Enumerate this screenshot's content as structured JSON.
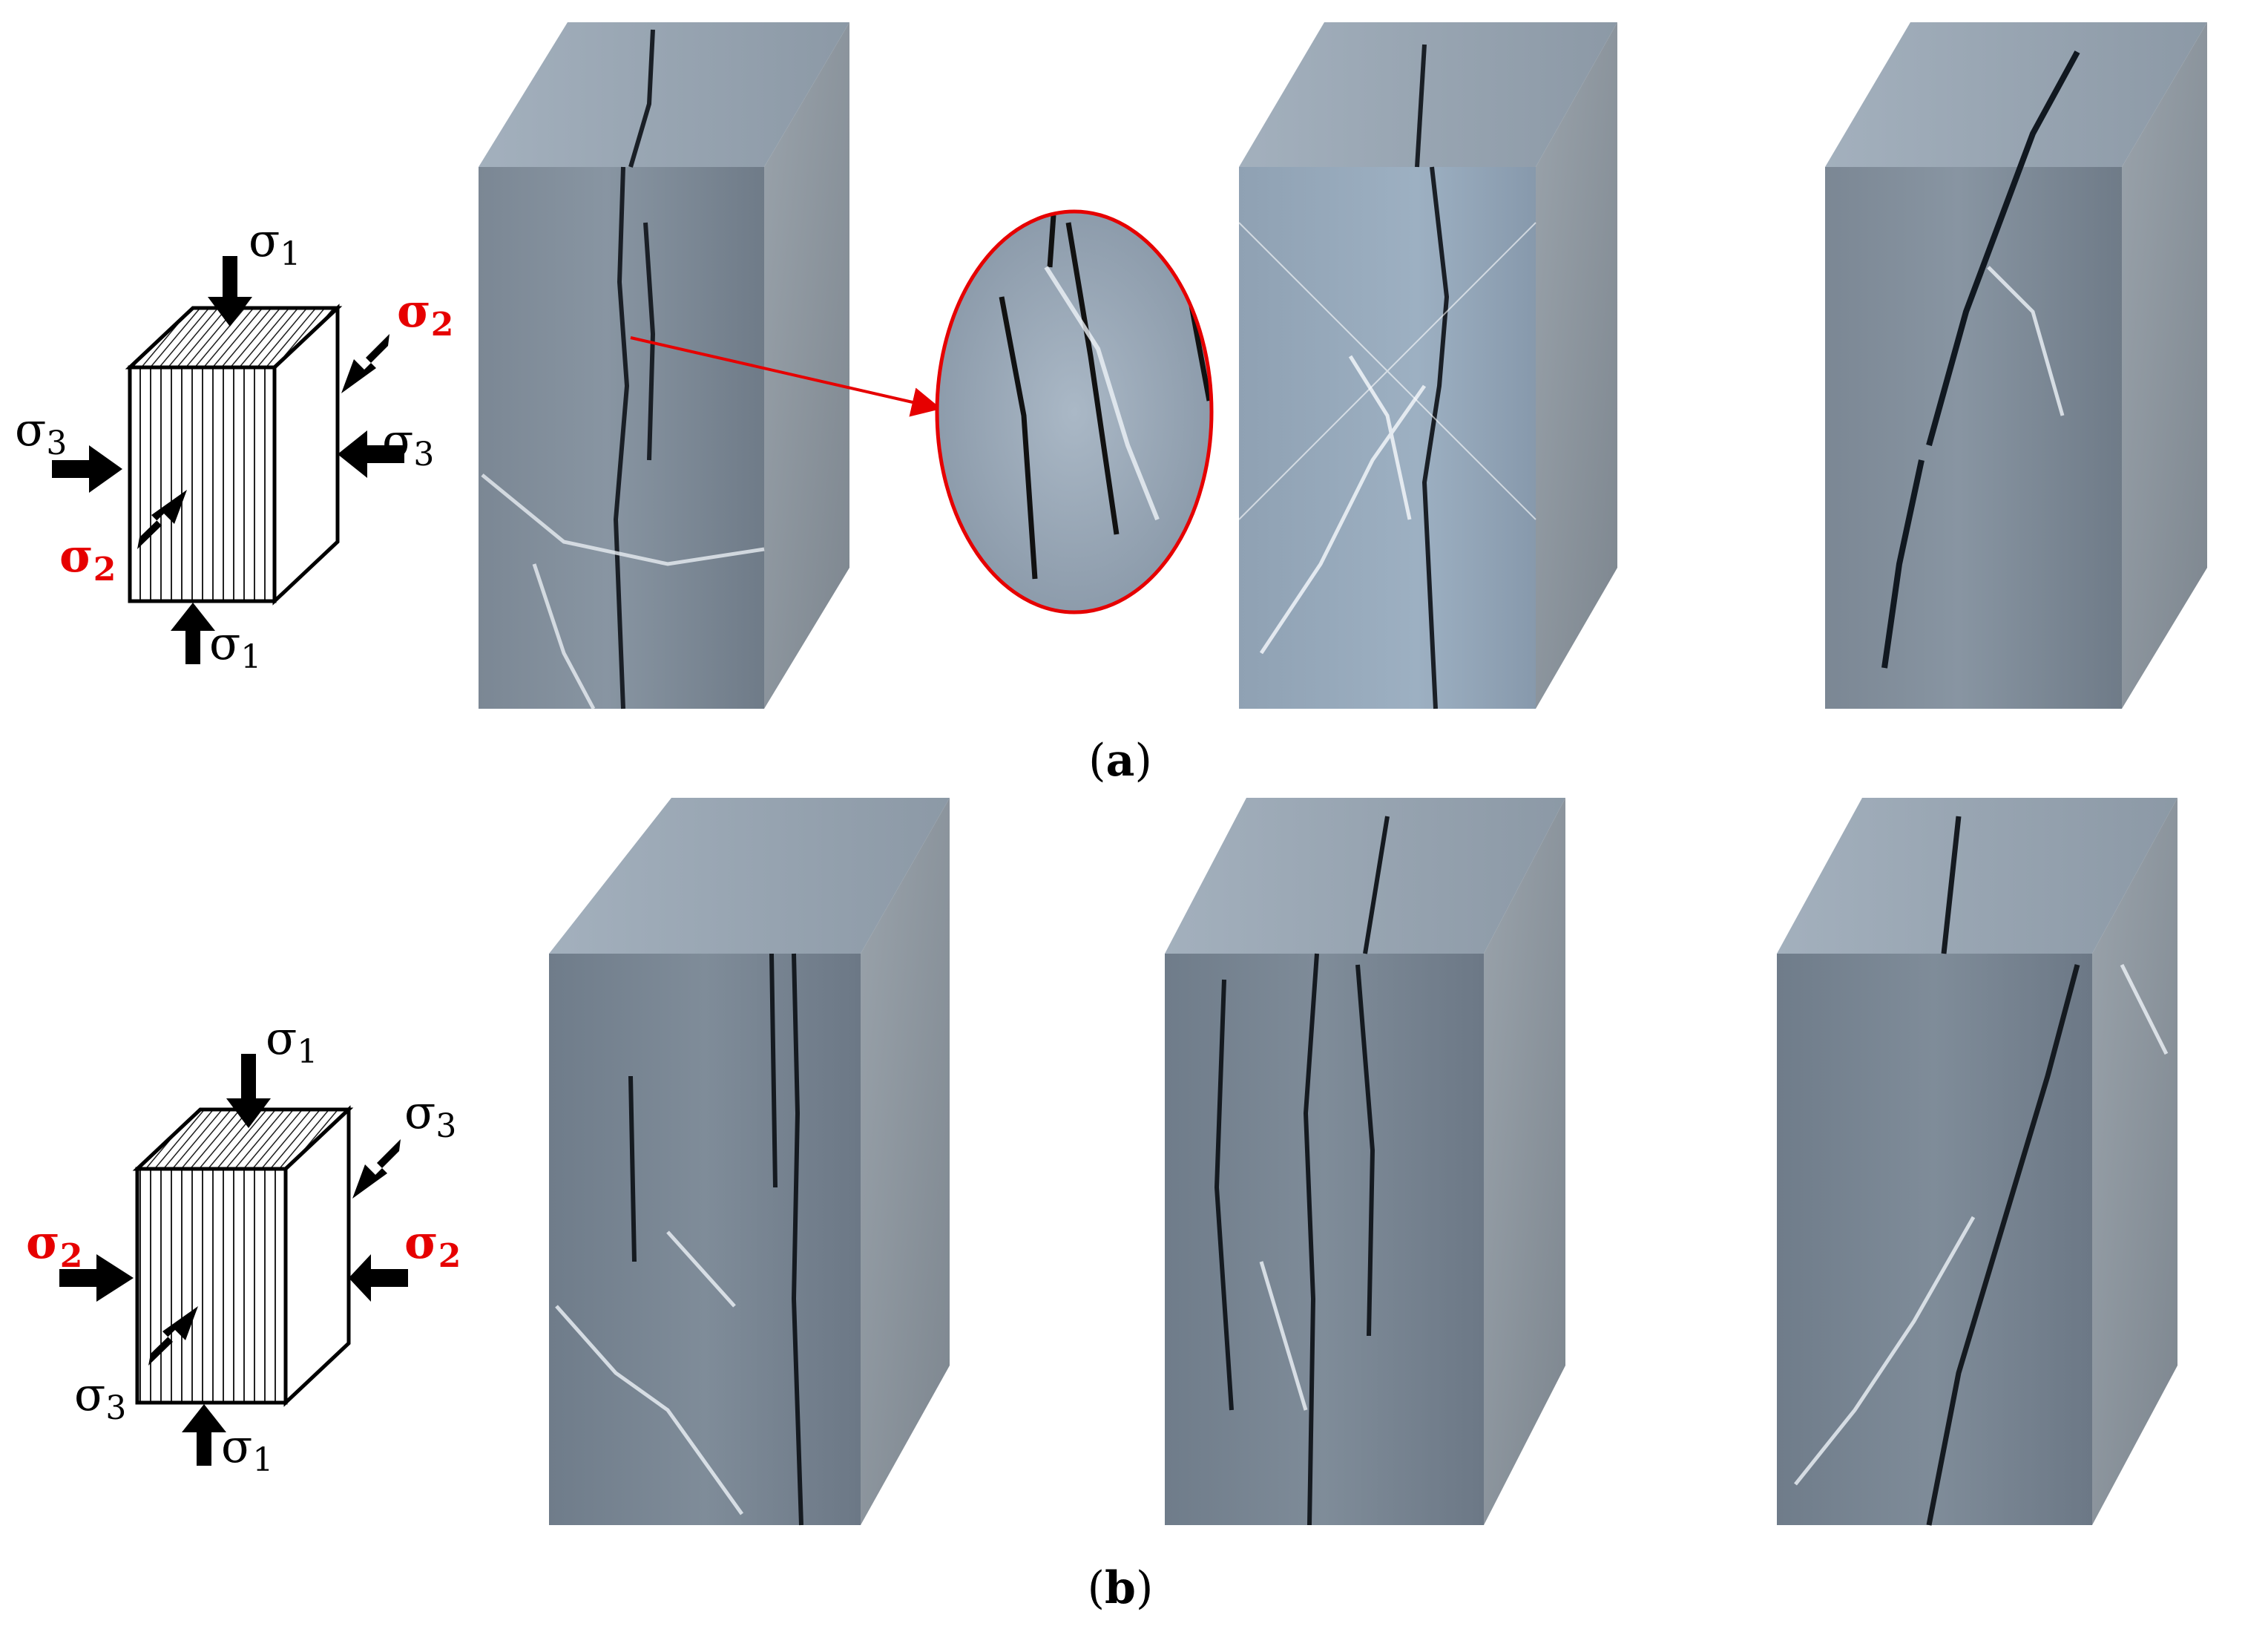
{
  "figure": {
    "panel_a": {
      "caption_letter": "a",
      "labels": {
        "sigma1_top": "σ1",
        "sigma1_bottom": "σ1",
        "sigma2_back": "σ2",
        "sigma2_front": "σ2",
        "sigma3_left": "σ3",
        "sigma3_right": "σ3"
      },
      "red_labels": [
        "sigma2_back",
        "sigma2_front"
      ],
      "specimen_count": 3,
      "has_zoom_inset": true
    },
    "panel_b": {
      "caption_letter": "b",
      "labels": {
        "sigma1_top": "σ1",
        "sigma1_bottom": "σ1",
        "sigma3_back": "σ3",
        "sigma3_front": "σ3",
        "sigma2_left": "σ2",
        "sigma2_right": "σ2"
      },
      "red_labels": [
        "sigma2_left",
        "sigma2_right"
      ],
      "specimen_count": 3
    },
    "colors": {
      "highlight": "#e60000",
      "stone": "#7f8c99",
      "ink": "#000000"
    }
  }
}
